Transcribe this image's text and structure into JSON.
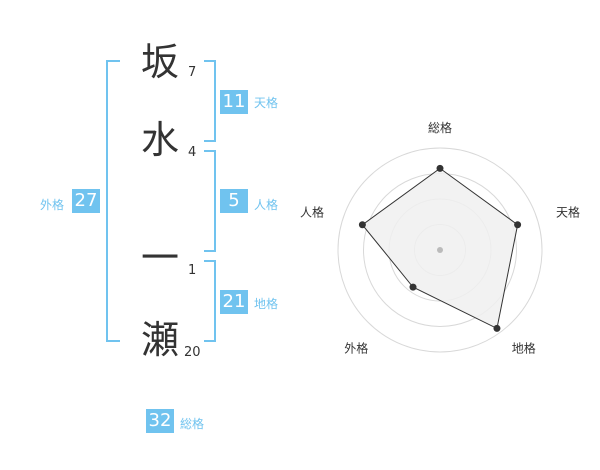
{
  "name": {
    "chars": [
      {
        "char": "坂",
        "strokes": "7"
      },
      {
        "char": "水",
        "strokes": "4"
      },
      {
        "char": "一",
        "strokes": "1"
      },
      {
        "char": "瀬",
        "strokes": "20"
      }
    ]
  },
  "fortune": {
    "ten": {
      "label": "天格",
      "value": "11"
    },
    "jin": {
      "label": "人格",
      "value": "5"
    },
    "chi": {
      "label": "地格",
      "value": "21"
    },
    "gai": {
      "label": "外格",
      "value": "27"
    },
    "sou": {
      "label": "総格",
      "value": "32"
    }
  },
  "colors": {
    "accent": "#70c3ef",
    "text": "#333333"
  },
  "chart_data": {
    "type": "radar",
    "axes": [
      "総格",
      "天格",
      "地格",
      "外格",
      "人格"
    ],
    "values": [
      0.8,
      0.8,
      0.95,
      0.45,
      0.8
    ],
    "max": 1,
    "rings": 4,
    "title": ""
  }
}
